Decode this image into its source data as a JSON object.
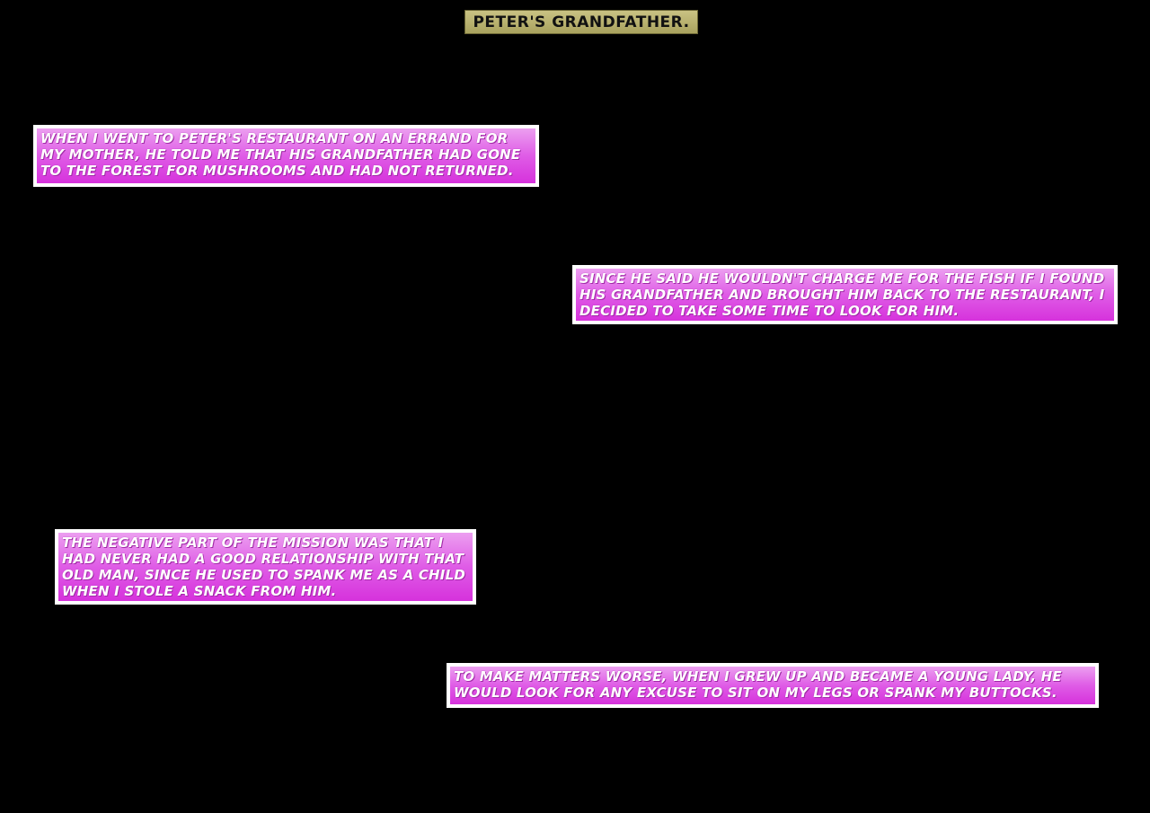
{
  "title": "PETER'S GRANDFATHER.",
  "captions": [
    "WHEN I WENT TO PETER'S RESTAURANT ON AN ERRAND FOR MY MOTHER, HE TOLD ME THAT HIS GRANDFATHER HAD GONE TO THE FOREST FOR MUSHROOMS AND HAD NOT RETURNED.",
    "SINCE HE SAID HE WOULDN'T CHARGE ME FOR THE FISH IF I FOUND HIS GRANDFATHER AND BROUGHT HIM BACK TO THE RESTAURANT, I DECIDED TO TAKE SOME TIME TO LOOK FOR HIM.",
    "THE NEGATIVE PART OF THE MISSION WAS THAT I HAD NEVER HAD A GOOD RELATIONSHIP WITH THAT OLD MAN, SINCE HE USED TO SPANK ME AS A CHILD WHEN I STOLE A SNACK FROM HIM.",
    "TO MAKE MATTERS WORSE, WHEN I GREW UP AND BECAME A YOUNG LADY, HE WOULD LOOK FOR ANY EXCUSE TO SIT ON MY LEGS OR SPANK MY BUTTOCKS."
  ],
  "colors": {
    "background": "#000000",
    "title_box": "#b8b16e",
    "caption_fill": "#df5ce6",
    "caption_border": "#ffffff",
    "caption_text": "#ffffff"
  }
}
